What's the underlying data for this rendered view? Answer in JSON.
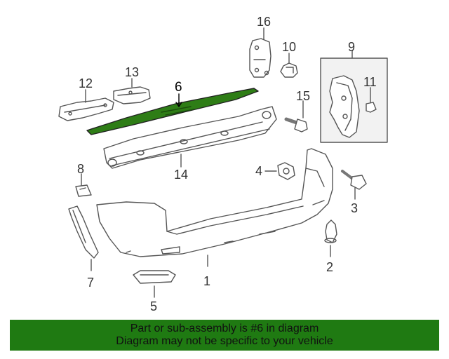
{
  "diagram": {
    "callouts": [
      "1",
      "2",
      "3",
      "4",
      "5",
      "6",
      "7",
      "8",
      "9",
      "10",
      "11",
      "12",
      "13",
      "14",
      "15",
      "16"
    ],
    "highlighted_part": "6",
    "colors": {
      "line": "#555555",
      "highlight_fill": "#2e7d16",
      "banner": "#1f7a12",
      "bracket_box_fill": "#f2f2f2"
    }
  },
  "banner": {
    "line1": "Part or sub-assembly is #6 in diagram",
    "line2": "Diagram may not be specific to your vehicle"
  }
}
